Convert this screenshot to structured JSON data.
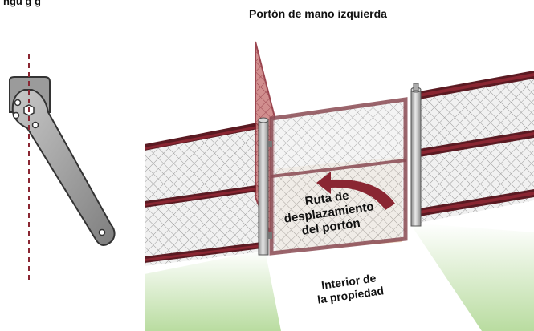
{
  "top_caption_fragment": "ngu  g   g",
  "title": "Portón de mano izquierda",
  "path_label": {
    "line1": "Ruta de",
    "line2": "desplazamiento",
    "line3": "del portón"
  },
  "interior_label": {
    "line1": "Interior de",
    "line2": "la propiedad"
  },
  "colors": {
    "rail_dark": "#5a1a22",
    "rail_red": "#8a2632",
    "mesh": "#cfcfcf",
    "post": "#bdbdbd",
    "gate_frame": "#8a4a52",
    "gate_swing_fill": "#e8c9a8",
    "arrow": "#8a2632",
    "ground_green": "#b9dca0",
    "bracket": "#8a8a8a",
    "dashed_axis": "#8a2632"
  }
}
